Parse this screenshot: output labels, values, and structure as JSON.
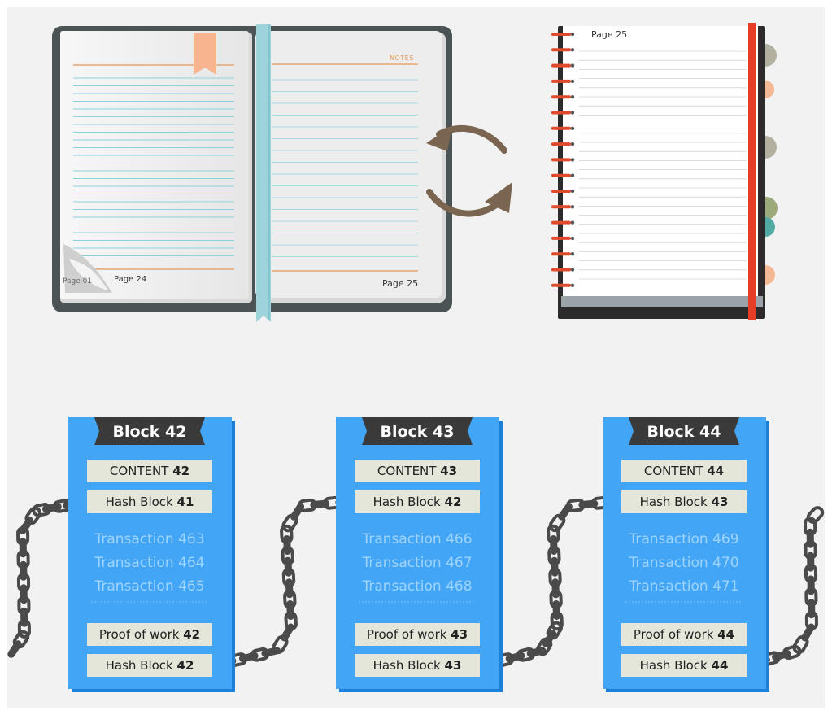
{
  "notebook": {
    "notes_label": "NOTES",
    "page_01": "Page 01",
    "page_24": "Page 24",
    "page_25": "Page 25"
  },
  "spiral_notebook": {
    "page_label": "Page 25"
  },
  "blocks": [
    {
      "title": "Block 42",
      "content": {
        "text": "CONTENT",
        "num": "42"
      },
      "prev_hash": {
        "text": "Hash Block",
        "num": "41"
      },
      "transactions": [
        "Transaction 463",
        "Transaction 464",
        "Transaction 465"
      ],
      "proof": {
        "text": "Proof of work",
        "num": "42"
      },
      "hash": {
        "text": "Hash Block",
        "num": "42"
      }
    },
    {
      "title": "Block 43",
      "content": {
        "text": "CONTENT",
        "num": "43"
      },
      "prev_hash": {
        "text": "Hash Block",
        "num": "42"
      },
      "transactions": [
        "Transaction 466",
        "Transaction 467",
        "Transaction 468"
      ],
      "proof": {
        "text": "Proof of work",
        "num": "43"
      },
      "hash": {
        "text": "Hash Block",
        "num": "43"
      }
    },
    {
      "title": "Block 44",
      "content": {
        "text": "CONTENT",
        "num": "44"
      },
      "prev_hash": {
        "text": "Hash Block",
        "num": "43"
      },
      "transactions": [
        "Transaction 469",
        "Transaction 470",
        "Transaction 471"
      ],
      "proof": {
        "text": "Proof of work",
        "num": "44"
      },
      "hash": {
        "text": "Hash Block",
        "num": "44"
      }
    }
  ],
  "colors": {
    "block_blue": "#42a5f5",
    "block_shadow": "#1e7fd6",
    "title_banner": "#3a3a3a",
    "field_bg": "#e3e6d8",
    "transaction_text": "#9fd4ff",
    "chain": "#4a4a4a",
    "arrow": "#7a6550",
    "tab_peach": "#f5b894",
    "tab_gray": "#b3b09f",
    "tab_green": "#9bab7b",
    "tab_teal": "#52aaa5"
  }
}
